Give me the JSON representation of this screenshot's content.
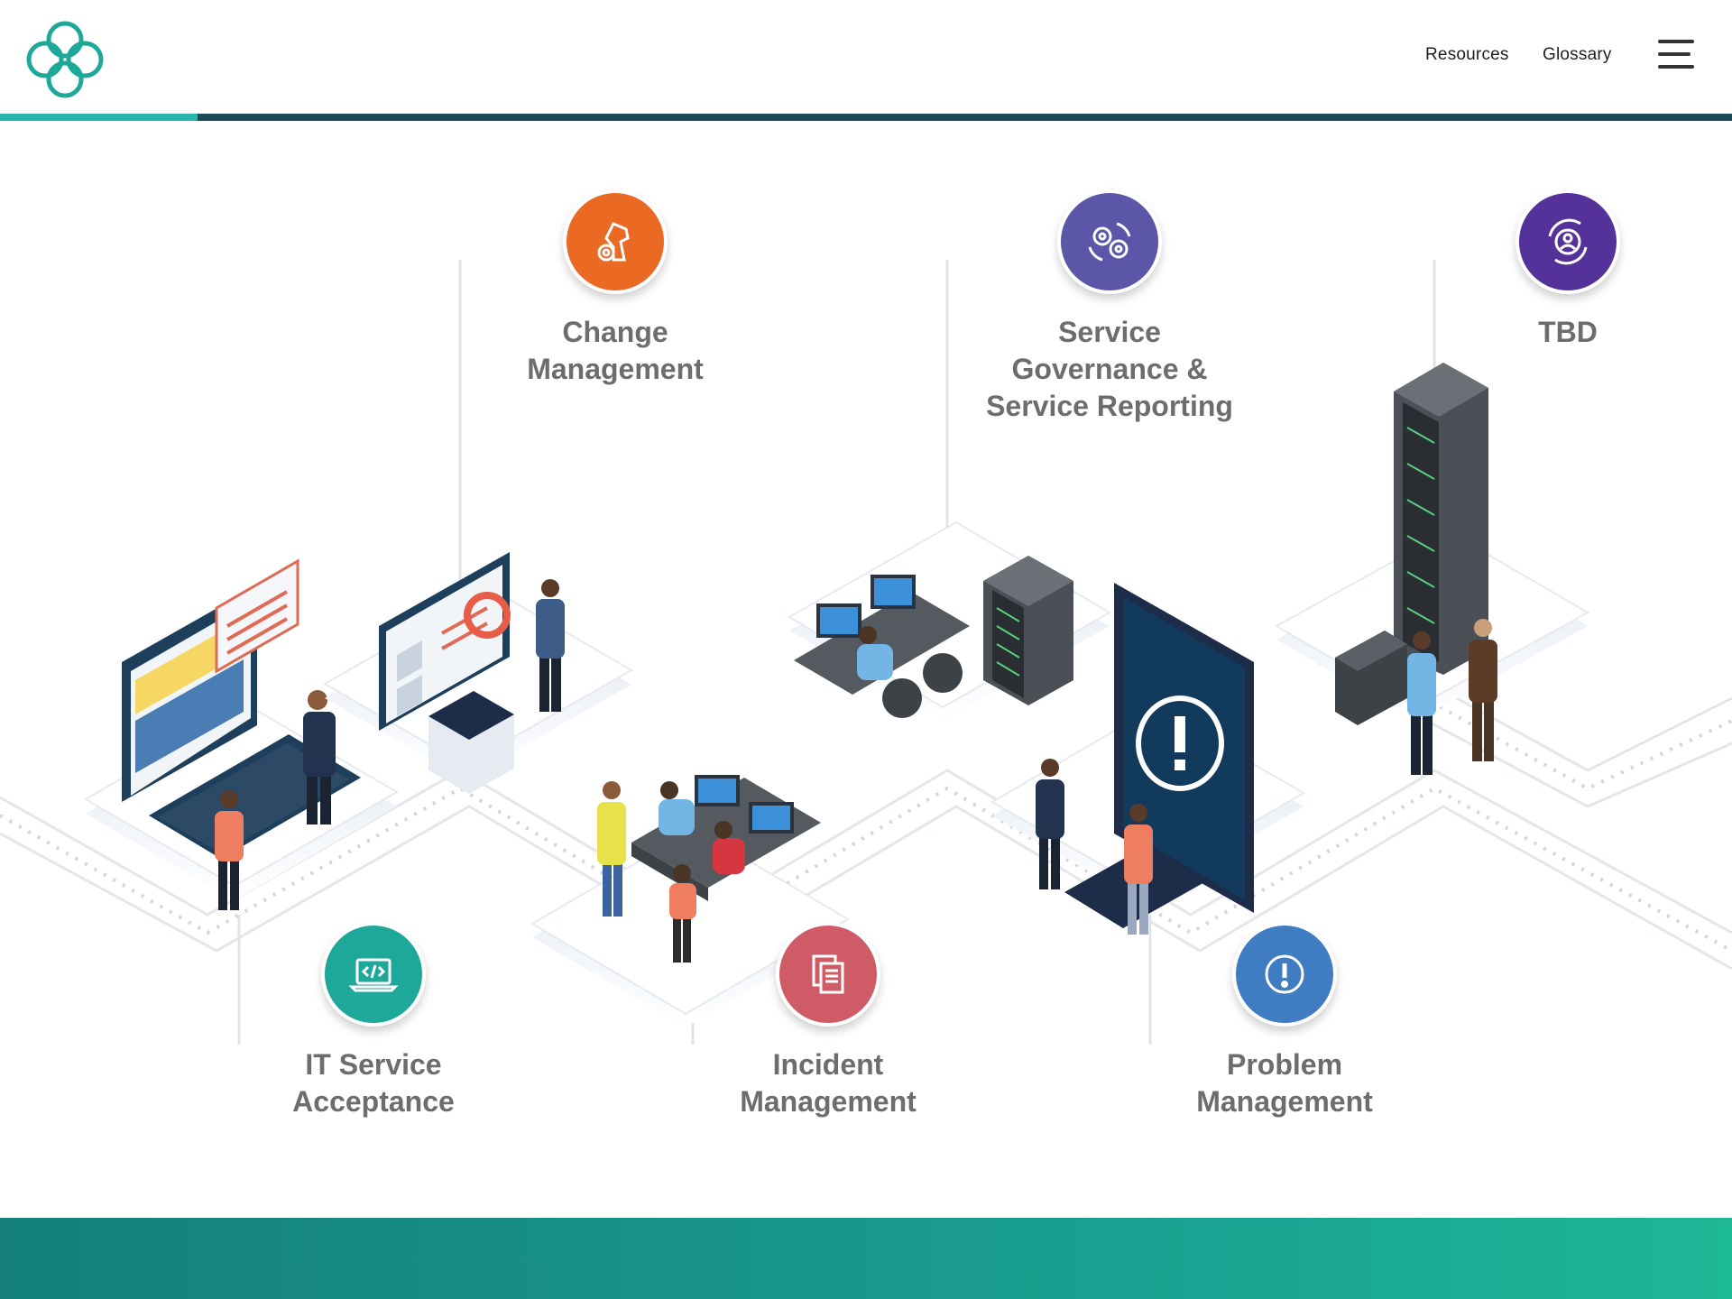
{
  "header": {
    "nav": [
      "Resources",
      "Glossary"
    ],
    "colors": {
      "rule": "#1c4b56",
      "accent": "#26b4ad"
    }
  },
  "steps": [
    {
      "label": "Change Management",
      "icon": "chess-knight-gear-icon",
      "color": "#ea6a24"
    },
    {
      "label": "Service Governance & Service Reporting",
      "icon": "gears-cycle-icon",
      "color": "#5b56a8"
    },
    {
      "label": "TBD",
      "icon": "user-cycle-icon",
      "color": "#55329a"
    },
    {
      "label": "IT Service Acceptance",
      "icon": "laptop-code-icon",
      "color": "#1ea89a"
    },
    {
      "label": "Incident Management",
      "icon": "documents-icon",
      "color": "#cf5b66"
    },
    {
      "label": "Problem Management",
      "icon": "exclamation-icon",
      "color": "#3f7cc2"
    }
  ],
  "footer": {
    "color": "#1aa392"
  }
}
